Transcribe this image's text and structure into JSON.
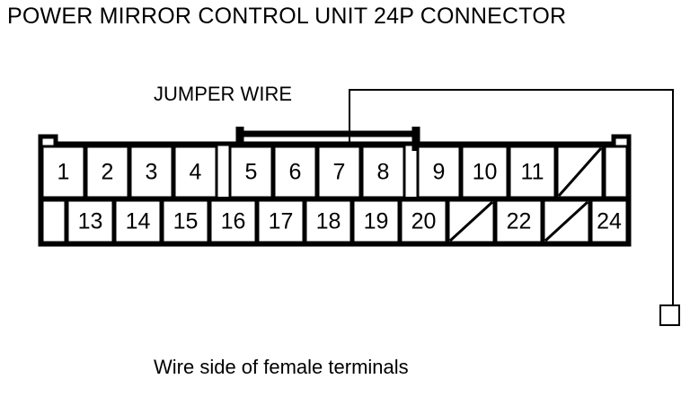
{
  "title": "POWER MIRROR CONTROL UNIT 24P CONNECTOR",
  "caption": "Wire side of female terminals",
  "jumper": {
    "label": "JUMPER WIRE",
    "spans_pins": "5-8"
  },
  "connector": {
    "colors": {
      "line": "#000000",
      "background": "#ffffff"
    },
    "top_row": [
      {
        "label": "1",
        "blank": false
      },
      {
        "label": "2",
        "blank": false
      },
      {
        "label": "3",
        "blank": false
      },
      {
        "label": "4",
        "blank": false
      },
      {
        "label": "5",
        "blank": false
      },
      {
        "label": "6",
        "blank": false
      },
      {
        "label": "7",
        "blank": false
      },
      {
        "label": "8",
        "blank": false
      },
      {
        "label": "9",
        "blank": false
      },
      {
        "label": "10",
        "blank": false
      },
      {
        "label": "11",
        "blank": false
      },
      {
        "label": "",
        "blank": true
      }
    ],
    "bottom_row": [
      {
        "label": "13",
        "blank": false
      },
      {
        "label": "14",
        "blank": false
      },
      {
        "label": "15",
        "blank": false
      },
      {
        "label": "16",
        "blank": false
      },
      {
        "label": "17",
        "blank": false
      },
      {
        "label": "18",
        "blank": false
      },
      {
        "label": "19",
        "blank": false
      },
      {
        "label": "20",
        "blank": false
      },
      {
        "label": "",
        "blank": true
      },
      {
        "label": "22",
        "blank": false
      },
      {
        "label": "",
        "blank": true
      },
      {
        "label": "24",
        "blank": false
      }
    ]
  }
}
